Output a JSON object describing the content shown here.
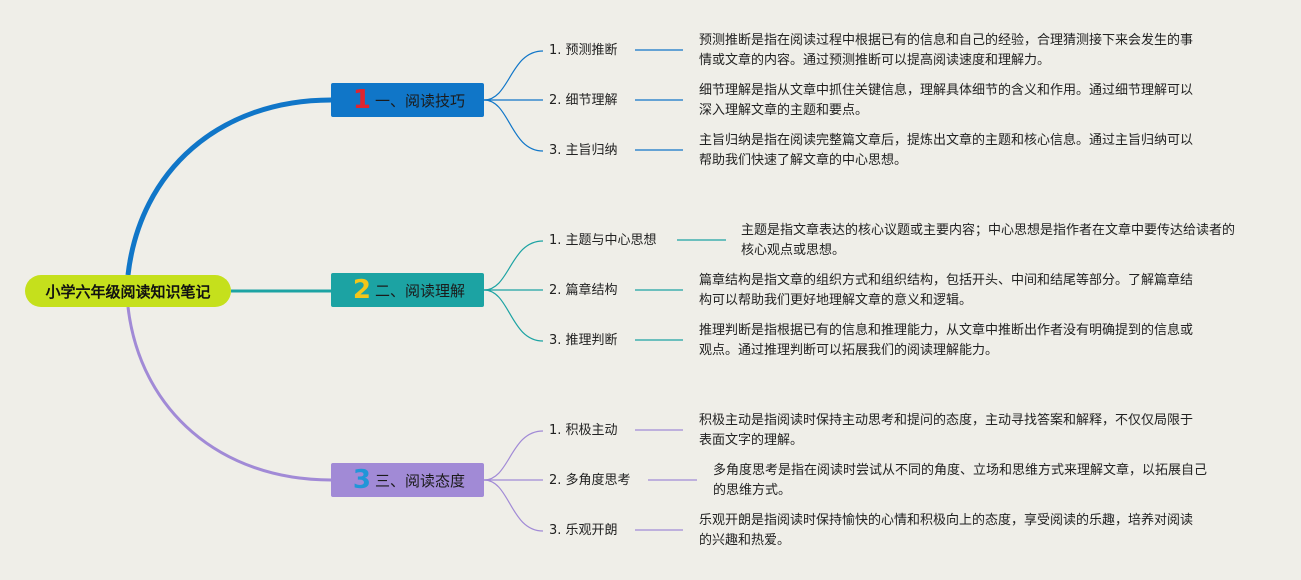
{
  "title": "小学六年级阅读知识笔记",
  "colors": {
    "background": "#efeee8",
    "root": "#c5e01c",
    "branch1": "#1076c8",
    "branch2": "#1ca3a3",
    "branch3": "#a18ad6"
  },
  "branches": [
    {
      "number": "1",
      "label": "一、阅读技巧",
      "items": [
        {
          "label": "1. 预测推断",
          "desc": "预测推断是指在阅读过程中根据已有的信息和自己的经验，合理猜测接下来会发生的事情或文章的内容。通过预测推断可以提高阅读速度和理解力。"
        },
        {
          "label": "2. 细节理解",
          "desc": "细节理解是指从文章中抓住关键信息，理解具体细节的含义和作用。通过细节理解可以深入理解文章的主题和要点。"
        },
        {
          "label": "3. 主旨归纳",
          "desc": "主旨归纳是指在阅读完整篇文章后，提炼出文章的主题和核心信息。通过主旨归纳可以帮助我们快速了解文章的中心思想。"
        }
      ]
    },
    {
      "number": "2",
      "label": "二、阅读理解",
      "items": [
        {
          "label": "1. 主题与中心思想",
          "desc": "主题是指文章表达的核心议题或主要内容；中心思想是指作者在文章中要传达给读者的核心观点或思想。"
        },
        {
          "label": "2. 篇章结构",
          "desc": "篇章结构是指文章的组织方式和组织结构，包括开头、中间和结尾等部分。了解篇章结构可以帮助我们更好地理解文章的意义和逻辑。"
        },
        {
          "label": "3. 推理判断",
          "desc": "推理判断是指根据已有的信息和推理能力，从文章中推断出作者没有明确提到的信息或观点。通过推理判断可以拓展我们的阅读理解能力。"
        }
      ]
    },
    {
      "number": "3",
      "label": "三、阅读态度",
      "items": [
        {
          "label": "1. 积极主动",
          "desc": "积极主动是指阅读时保持主动思考和提问的态度，主动寻找答案和解释，不仅仅局限于表面文字的理解。"
        },
        {
          "label": "2. 多角度思考",
          "desc": "多角度思考是指在阅读时尝试从不同的角度、立场和思维方式来理解文章，以拓展自己的思维方式。"
        },
        {
          "label": "3. 乐观开朗",
          "desc": "乐观开朗是指阅读时保持愉快的心情和积极向上的态度，享受阅读的乐趣，培养对阅读的兴趣和热爱。"
        }
      ]
    }
  ]
}
